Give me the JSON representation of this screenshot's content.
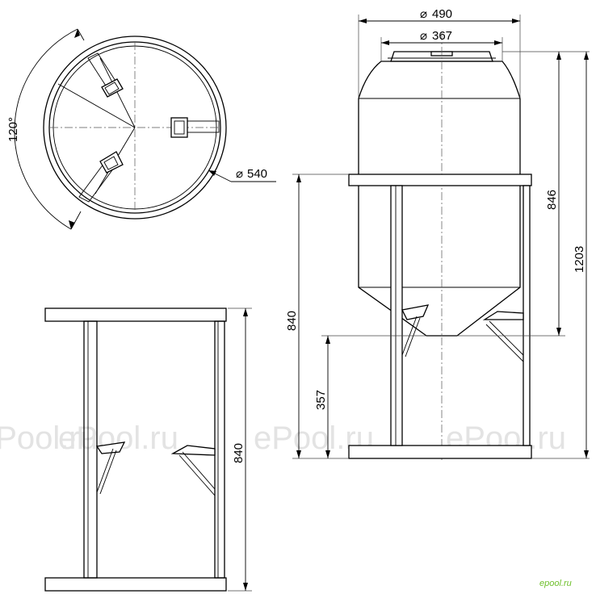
{
  "watermark": "ePool.ru",
  "logo": "epool.ru",
  "plan_view": {
    "angle_label": "120°",
    "diameter_label": "540"
  },
  "front_view": {
    "height_label": "840"
  },
  "side_view": {
    "outer_diameter_label": "490",
    "inner_diameter_label": "367",
    "tank_height_label": "846",
    "total_height_label": "1203",
    "stand_height_label": "840",
    "outlet_height_label": "357"
  },
  "diameter_symbol": "⌀"
}
